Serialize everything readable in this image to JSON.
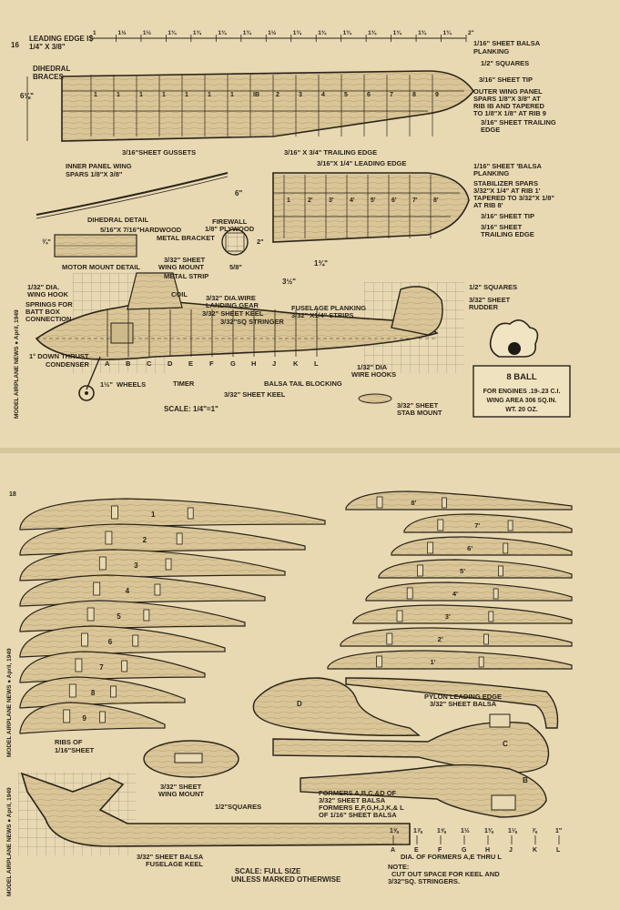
{
  "top_sheet": {
    "dimensions": {
      "leading_edge_note": "LEADING EDGE IS 1/4\" X 3/8\"",
      "span_increments": [
        "1",
        "1½",
        "1½",
        "1¾",
        "1¾",
        "1¾",
        "1¾",
        "1½",
        "1¾",
        "1¾",
        "1¾",
        "1¾",
        "1¾",
        "1¾",
        "1¾",
        "2\""
      ],
      "wing_chord": "6⅛\"",
      "stab_chord": "6\"",
      "stab_gap": "1¾\"",
      "firewall_dim_1": "¾\"",
      "firewall_dim_2": "5/8\"",
      "firewall_dim_3": "2\"",
      "mount_dim": "3½\"",
      "wheel_dim": "1½\""
    },
    "labels": {
      "dihedral_braces": "DIHEDRAL BRACES",
      "planking": "1/16\" SHEET BALSA PLANKING",
      "squares": "1/2\" SQUARES",
      "tip": "3/16\" SHEET TIP",
      "outer_spars": "OUTER WING PANEL SPARS 1/8\"X 3/8\" AT RIB IB AND TAPERED TO 1/8\"X 1/8\" AT RIB 9",
      "trailing_edge_sheet": "3/16\" SHEET TRAILING EDGE",
      "gussets": "3/16\"SHEET GUSSETS",
      "trailing_edge": "3/16\" X 3/4\" TRAILING EDGE",
      "inner_spars": "INNER PANEL WING SPARS 1/8\"X 3/8\"",
      "stab_leading_edge": "3/16\"X 1/4\" LEADING EDGE",
      "stab_planking": "1/16\" SHEET BALSA PLANKING",
      "stab_spars": "STABILIZER SPARS 3/32\"X 1/4\" AT RIB 1' TAPERED TO 3/32\"X 1/8\" AT RIB 8'",
      "stab_tip": "3/16\" SHEET TIP",
      "stab_trailing_edge": "3/16\" SHEET TRAILING EDGE",
      "dihedral_detail": "DIHEDRAL DETAIL",
      "hardwood": "5/16\"X 7/16\"HARDWOOD",
      "firewall": "FIREWALL 1/8\" PLYWOOD",
      "metal_bracket": "METAL BRACKET",
      "motor_mount_detail": "MOTOR MOUNT DETAIL",
      "wing_mount": "3/32\" SHEET WING MOUNT",
      "metal_strip": "METAL STRIP",
      "wing_hook": "1/32\" DIA. WING HOOK",
      "springs": "SPRINGS FOR BATT BOX CONNECTION",
      "coil": "COIL",
      "landing_gear": "3/32\" DIA.WIRE LANDING GEAR",
      "keel": "3/32\" SHEET KEEL",
      "stringer": "3/32\"SQ STRINGER",
      "fuselage_planking": "FUSELAGE PLANKING 3/32\" X1/4\" STRIPS",
      "fuselage_squares": "1/2\" SQUARES",
      "rudder": "3/32\" SHEET RUDDER",
      "down_thrust": "1° DOWN THRUST",
      "condenser": "CONDENSER",
      "wheels": "WHEELS",
      "timer": "TIMER",
      "balsa_tail_blocking": "BALSA TAIL BLOCKING",
      "wire_hooks": "1/32\" DIA. WIRE HOOKS",
      "keel_bottom": "3/32\" SHEET KEEL",
      "stab_mount": "3/32\" SHEET STAB MOUNT",
      "scale": "SCALE: 1/4\"=1\"",
      "side_caption": "MODEL AIRPLANE NEWS ● April, 1949",
      "page_corner": "16"
    },
    "ribs": [
      "1",
      "1",
      "1",
      "1",
      "1",
      "1",
      "1",
      "IB",
      "2",
      "3",
      "4",
      "5",
      "6",
      "7",
      "8",
      "9"
    ],
    "stab_ribs": [
      "1",
      "2'",
      "3'",
      "4'",
      "5'",
      "6'",
      "7'",
      "8'"
    ],
    "formers": [
      "A",
      "B",
      "C",
      "D",
      "E",
      "F",
      "G",
      "H",
      "J",
      "K",
      "L"
    ],
    "info_box": {
      "title": "8 BALL",
      "lines": [
        "FOR ENGINES .19-.23 C.I.",
        "WING AREA 306 SQ.IN.",
        "WT. 20 OZ."
      ]
    }
  },
  "bottom_sheet": {
    "page_number": "18",
    "side_caption": "MODEL AIRPLANE NEWS ● April, 1949",
    "side_caption_2": "MODEL AIRPLANE NEWS ● April, 1949",
    "wing_ribs": [
      "1",
      "2",
      "3",
      "4",
      "5",
      "6",
      "7",
      "8",
      "9"
    ],
    "stab_ribs": [
      "8'",
      "7'",
      "6'",
      "5'",
      "4'",
      "3'",
      "2'",
      "1'"
    ],
    "labels": {
      "ribs_note": "RIBS OF 1/16\"SHEET",
      "pylon_leading_edge": "PYLON LEADING EDGE 3/32\" SHEET BALSA",
      "former_d": "D",
      "former_c": "C",
      "former_b": "B",
      "wing_mount": "3/32\" SHEET WING MOUNT",
      "squares": "1/2\"SQUARES",
      "formers_abcd": "FORMERS A,B,C,&D OF 3/32\" SHEET BALSA",
      "formers_efghjkl": "FORMERS E,F,G,H,J,K,& L OF 1/16\" SHEET BALSA",
      "fuselage_keel": "3/32\" SHEET BALSA FUSELAGE KEEL",
      "scale": "SCALE: FULL SIZE UNLESS MARKED OTHERWISE",
      "diameters_title": "DIA. OF FORMERS A,E THRU L",
      "note": "NOTE: CUT OUT SPACE FOR KEEL AND 3/32\"SQ. STRINGERS."
    },
    "former_diameters": [
      {
        "former": "A",
        "dia": "1⅝"
      },
      {
        "former": "E",
        "dia": "1⅞"
      },
      {
        "former": "F",
        "dia": "1⅝"
      },
      {
        "former": "G",
        "dia": "1½"
      },
      {
        "former": "H",
        "dia": "1⅜"
      },
      {
        "former": "J",
        "dia": "1⅛"
      },
      {
        "former": "K",
        "dia": "⅞"
      },
      {
        "former": "L",
        "dia": "1\""
      }
    ]
  }
}
